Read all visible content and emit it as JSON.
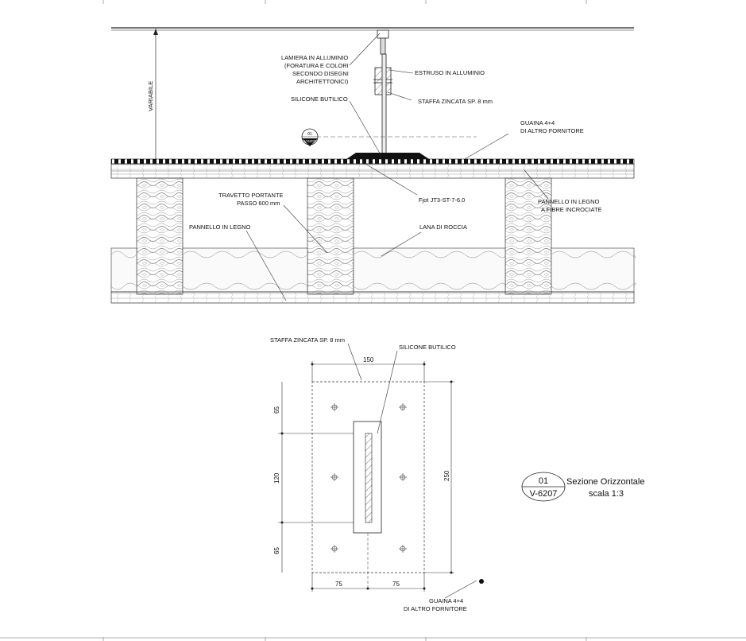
{
  "section_detail": {
    "dim_variable": "VARIABILE",
    "label_lamiera": [
      "LAMIERA IN ALLUMINIO",
      "(FORATURA E COLORI",
      "SECONDO DISEGNI",
      "ARCHITETTONICI)"
    ],
    "label_estruso": "ESTRUSO IN ALLUMINIO",
    "label_staffa": "STAFFA ZINCATA SP. 8 mm",
    "label_silicone": "SILICONE BUTILICO",
    "label_guaina": [
      "GUAINA 4+4",
      "DI ALTRO FORNITORE"
    ],
    "ref_tag": {
      "num": "01",
      "code": "V-6207"
    },
    "label_travetto": [
      "TRAVETTO PORTANTE",
      "PASSO 600 mm"
    ],
    "label_fjot": "Fjot JT3-ST-7-6.0",
    "label_pannello_fibre": [
      "PANNELLO IN LEGNO",
      "A FIBRE INCROCIATE"
    ],
    "label_pannello_legno": "PANNELLO IN LEGNO",
    "label_lana": "LANA DI ROCCIA"
  },
  "plate_detail": {
    "label_staffa": "STAFFA ZINCATA SP. 8 mm",
    "label_silicone": "SILICONE BUTILICO",
    "dim_top": "150",
    "dims_left": [
      "65",
      "120",
      "65"
    ],
    "dim_right": "250",
    "dims_bottom": [
      "75",
      "75"
    ],
    "label_guaina": [
      "GUAINA 4+4",
      "DI ALTRO FORNITORE"
    ]
  },
  "title_block": {
    "num": "01",
    "code": "V-6207",
    "title": "Sezione Orizzontale",
    "scale": "scala 1:3"
  }
}
